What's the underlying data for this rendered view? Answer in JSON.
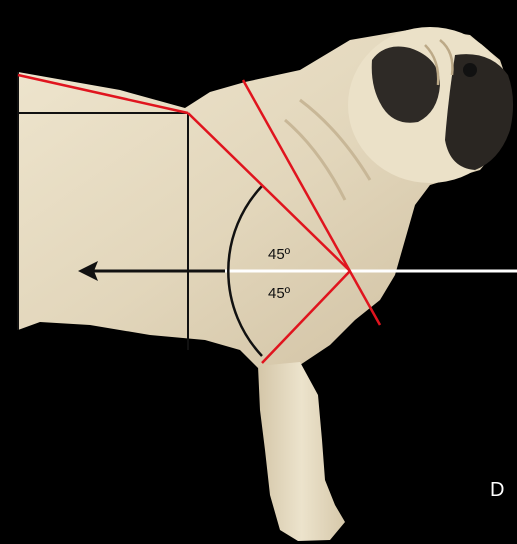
{
  "angles": {
    "upper_label": "45º",
    "lower_label": "45º"
  },
  "panel_letter": "D",
  "colors": {
    "background": "#000000",
    "dog_fur": "#e6dcc4",
    "dog_shade": "#c9b99a",
    "mask": "#2a2622",
    "angle_line": "#e0141e",
    "guide_line": "#111111",
    "horizontal_ref": "#ffffff",
    "arrow": "#111111"
  }
}
